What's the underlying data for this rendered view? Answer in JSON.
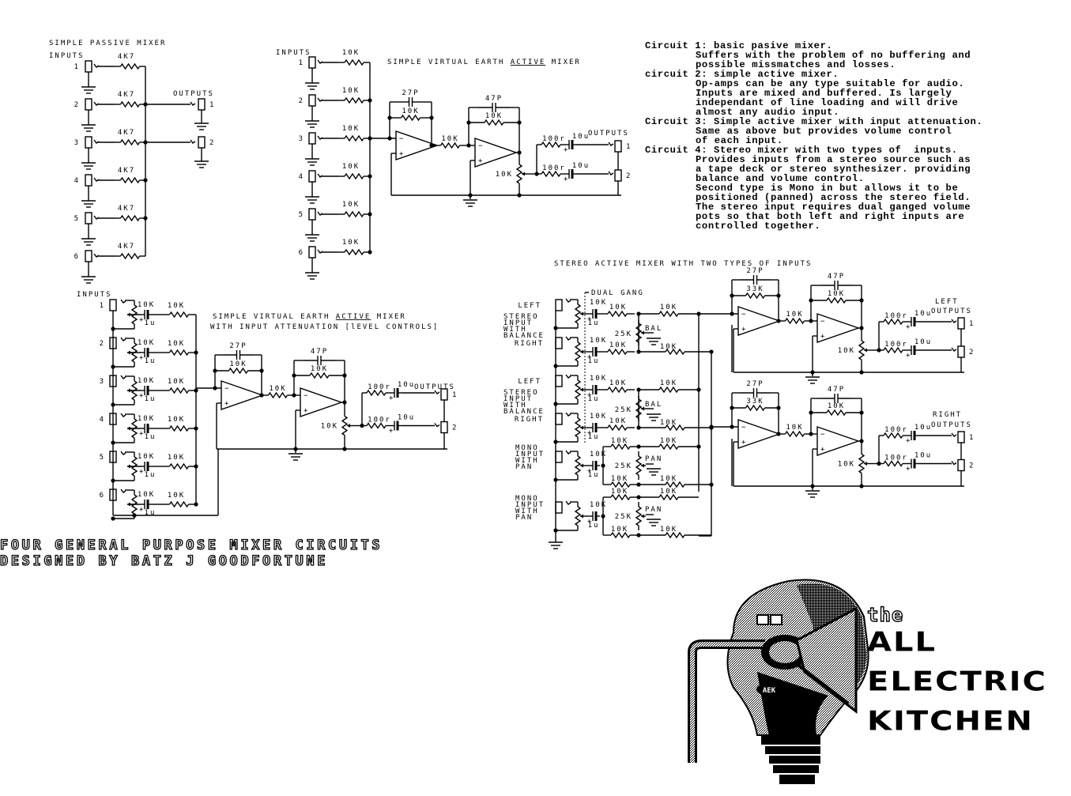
{
  "circuit1": {
    "title": "SIMPLE PASSIVE MIXER",
    "inputs_label": "INPUTS",
    "outputs_label": "OUTPUTS",
    "input_numbers": [
      "1",
      "2",
      "3",
      "4",
      "5",
      "6"
    ],
    "output_numbers": [
      "1",
      "2"
    ],
    "resistor_value": "4K7"
  },
  "circuit2": {
    "title_pre": "SIMPLE VIRTUAL EARTH ",
    "title_em": "ACTIVE",
    "title_post": " MIXER",
    "inputs_label": "INPUTS",
    "outputs_label": "OUTPUTS",
    "input_numbers": [
      "1",
      "2",
      "3",
      "4",
      "5",
      "6"
    ],
    "output_numbers": [
      "1",
      "2"
    ],
    "input_resistor": "10K",
    "stage1": {
      "cap": "27P",
      "feedback": "10K",
      "coupling": "10K"
    },
    "stage2": {
      "cap": "47P",
      "feedback": "10K",
      "pot": "10K"
    },
    "output_resistor": "100r",
    "output_cap": "10u"
  },
  "circuit3": {
    "title_pre": "SIMPLE VIRTUAL EARTH ",
    "title_em": "ACTIVE",
    "title_post": " MIXER",
    "subtitle": "WITH INPUT ATTENUATION [lEVEL CONTROLS]",
    "inputs_label": "INPUTS",
    "outputs_label": "OUTPUTS",
    "input_numbers": [
      "1",
      "2",
      "3",
      "4",
      "5",
      "6"
    ],
    "output_numbers": [
      "1",
      "2"
    ],
    "level_pot": "10K",
    "input_cap": "1u",
    "input_resistor": "10K",
    "stage1": {
      "cap": "27P",
      "feedback": "10K",
      "coupling": "10K"
    },
    "stage2": {
      "cap": "47P",
      "feedback": "10K",
      "pot": "10K"
    },
    "output_resistor": "100r",
    "output_cap": "10u"
  },
  "circuit4": {
    "title": "STEREO ACTIVE MIXER WITH TWO TYPES OF INPUTS",
    "dual_gang": "DUAL GANG",
    "stereo_labels": {
      "left": "LEFT",
      "right": "RIGHT",
      "desc": [
        "STEREO",
        "INPUT",
        "WITH",
        "BALANCE"
      ]
    },
    "mono_desc": [
      "MONO",
      "INPUT",
      "WITH",
      "PAN"
    ],
    "level_pot": "10K",
    "input_cap": "1u",
    "mix_resistor": "10K",
    "bal_pot": "25K",
    "bal_label": "BAL",
    "pan_label": "PAN",
    "stage1": {
      "cap": "27P",
      "feedback": "33K",
      "coupling": "10K"
    },
    "stage2": {
      "cap": "47P",
      "feedback": "10K",
      "pot": "10K"
    },
    "output_resistor": "100r",
    "output_cap": "10u",
    "left_outputs": [
      "LEFT",
      "OUTPUTS"
    ],
    "right_outputs": [
      "RIGHT",
      "OUTPUTS"
    ],
    "output_numbers": [
      "1",
      "2"
    ]
  },
  "notes": [
    {
      "head": "Circuit 1: basic pasive mixer.",
      "body": [
        "Suffers with the problem of no buffering and",
        "possible missmatches and losses."
      ]
    },
    {
      "head": "circuit 2: simple active mixer.",
      "body": [
        "Op-amps can be any type suitable for audio.",
        "Inputs are mixed and buffered. Is largely",
        "independant of line loading and will drive",
        "almost any audio input."
      ]
    },
    {
      "head": "Circuit 3: Simple active mixer with input attenuation.",
      "body": [
        "Same as above but provides volume control",
        "of each input."
      ]
    },
    {
      "head": "Circuit 4: Stereo mixer with two types of  inputs.",
      "body": [
        "Provides inputs from a stereo source such as",
        "a tape deck or stereo synthesizer. providing",
        "balance and volume control.",
        "Second type is Mono in but allows it to be",
        "positioned (panned) across the stereo field.",
        "The stereo input requires dual ganged volume",
        "pots so that both left and right inputs are",
        "controlled together."
      ]
    }
  ],
  "footer": {
    "line1": "FOUR GENERAL PURPOSE MIXER CIRCUITS",
    "line2": "DESIGNED BY BATZ J GOODFORTUNE"
  },
  "logo": {
    "the": "the",
    "lines": [
      "ALL",
      "ELECTRIC",
      "KITCHEN"
    ],
    "badge": "AEK"
  }
}
